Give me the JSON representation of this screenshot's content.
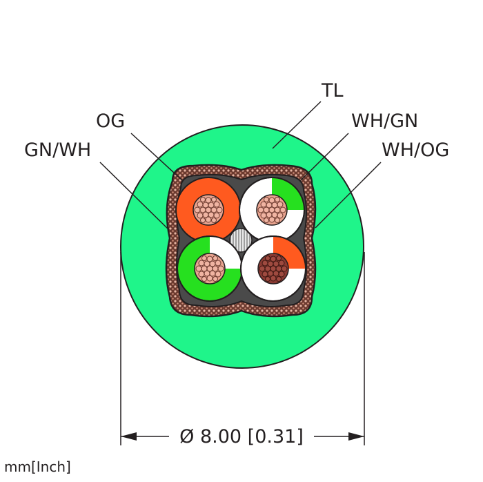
{
  "labels": {
    "tl": "TL",
    "og": "OG",
    "wh_gn": "WH/GN",
    "gn_wh": "GN/WH",
    "wh_og": "WH/OG"
  },
  "dimension": {
    "text": "Ø 8.00 [0.31]"
  },
  "units": "mm[Inch]",
  "colors": {
    "jacket": "#1ff58a",
    "orange": "#ff5a1f",
    "green": "#26e01f",
    "white": "#ffffff",
    "copper": "#e3a08e",
    "copper_dark": "#8a3a32",
    "shield": "#b58a78",
    "outline": "#231f20"
  }
}
